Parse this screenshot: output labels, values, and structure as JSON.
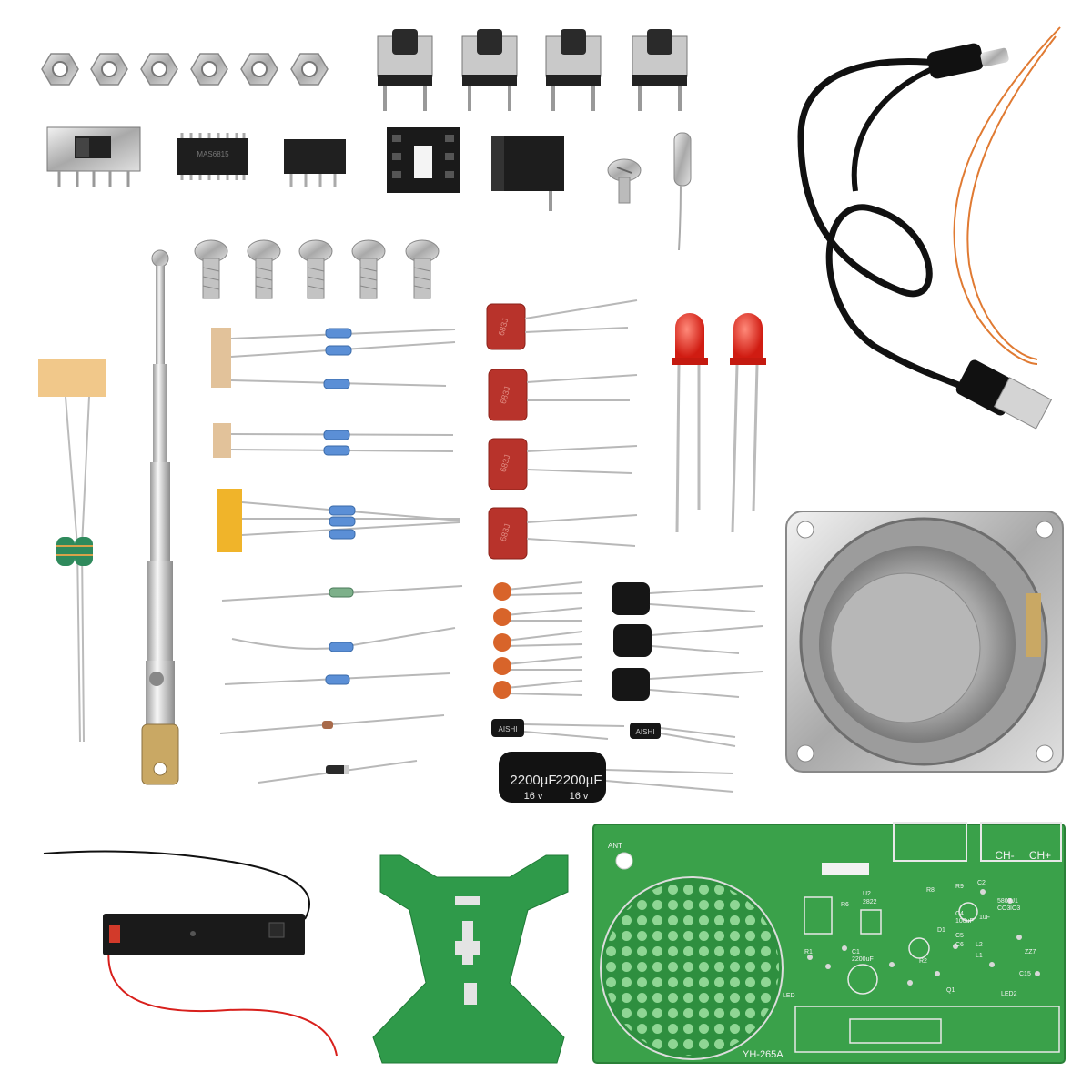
{
  "kit": {
    "pcb": {
      "model": "YH-265A",
      "channel_labels": [
        "CH-",
        "CH+"
      ],
      "antenna_label": "ANT",
      "silkscreen": [
        "U2",
        "2822",
        "LED",
        "R1",
        "R2",
        "R6",
        "R8",
        "R9",
        "C1",
        "C2",
        "C4",
        "C5",
        "C6",
        "C15",
        "1uF",
        "100uF",
        "2200uF",
        "CO3",
        "L1",
        "L2",
        "U1",
        "5807",
        "IO3",
        "LED2",
        "D1",
        "Q1",
        "ZZ7"
      ]
    },
    "capacitor_large": {
      "value": "2200µF",
      "voltage": "16 v"
    },
    "capacitor_small": {
      "marking": "AISHI"
    },
    "ic_marking": "MAS6815",
    "film_cap_marking": "683J"
  },
  "colors": {
    "pcb_green": "#3aa14a",
    "pcb_light": "#5ec06a",
    "solder": "#c8c8c8",
    "film_cap": "#b8332b",
    "led_red": "#e0231c",
    "copper": "#e07a32",
    "battery_wire_red": "#d8201c"
  }
}
